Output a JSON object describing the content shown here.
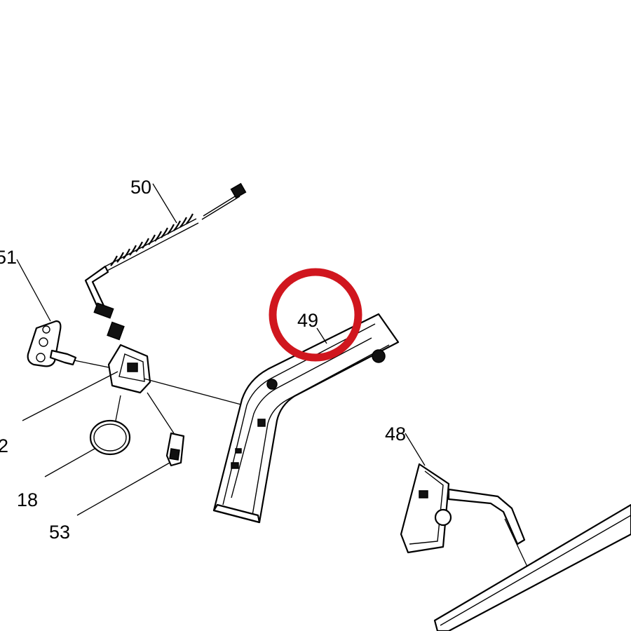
{
  "callouts": {
    "part_50": "50",
    "part_51": "51",
    "part_52": "2",
    "part_18": "18",
    "part_53": "53",
    "part_49": "49",
    "part_48": "48"
  },
  "colors": {
    "highlight_ring": "#d0161e",
    "line": "#000000",
    "background": "#ffffff"
  }
}
